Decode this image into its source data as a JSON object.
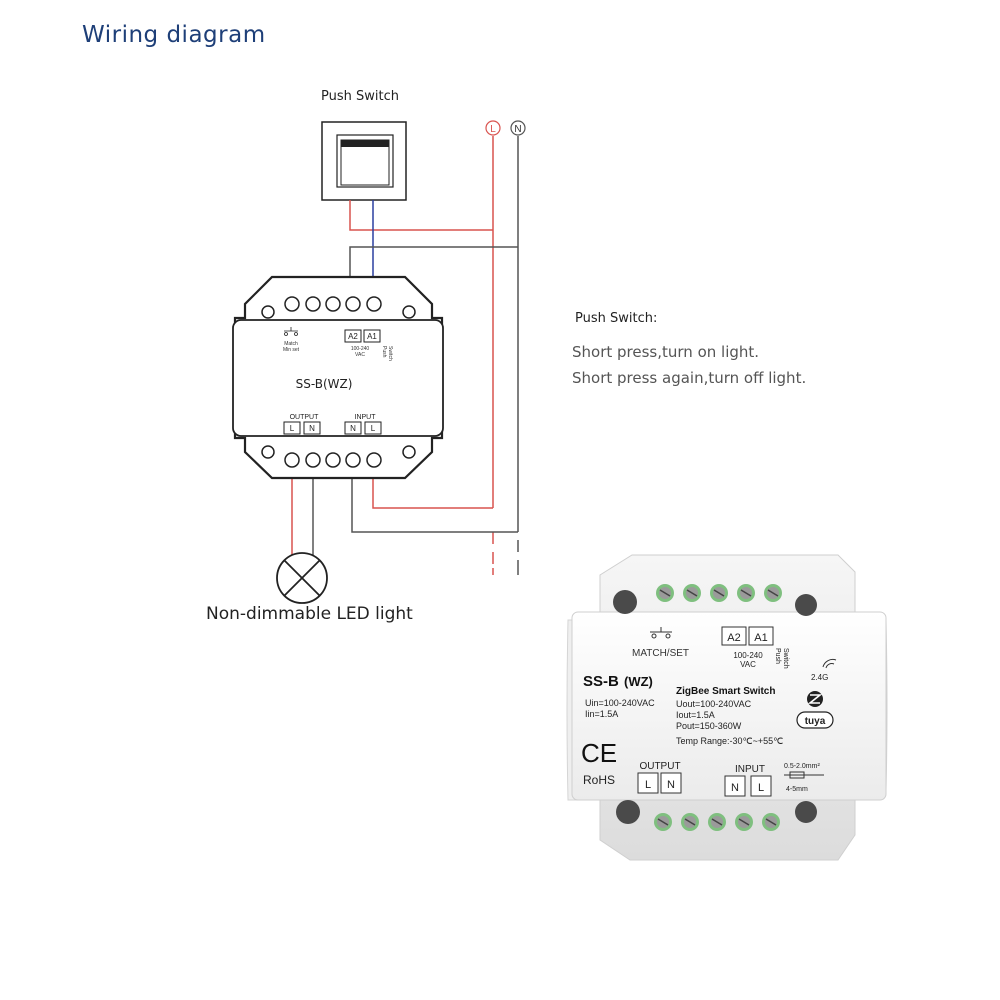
{
  "title": "Wiring diagram",
  "push_switch_label": "Push Switch",
  "mains": {
    "live": "L",
    "neutral": "N"
  },
  "module": {
    "model": "SS-B(WZ)",
    "match_label": "Match",
    "match_sub": "Min set",
    "a2": "A2",
    "a1": "A1",
    "voltage_line1": "100-240",
    "voltage_line2": "VAC",
    "push_text1": "Push",
    "push_text2": "Switch",
    "output_label": "OUTPUT",
    "input_label": "INPUT",
    "out_l": "L",
    "out_n": "N",
    "in_n": "N",
    "in_l": "L"
  },
  "led_label": "Non-dimmable LED light",
  "info": {
    "title": "Push Switch:",
    "line1": "Short press,turn on light.",
    "line2": "Short press again,turn off light."
  },
  "product": {
    "match_set": "MATCH/SET",
    "a2": "A2",
    "a1": "A1",
    "voltage1": "100-240",
    "voltage2": "VAC",
    "push1": "Push",
    "push2": "Switch",
    "freq": "2.4G",
    "model_main": "SS-B",
    "model_paren": "(WZ)",
    "zigbee_title": "ZigBee Smart Switch",
    "uin": "Uin=100-240VAC",
    "iin": "Iin=1.5A",
    "uout": "Uout=100-240VAC",
    "iout": "Iout=1.5A",
    "pout": "Pout=150-360W",
    "temp": "Temp Range:-30℃~+55℃",
    "tuya": "tuya",
    "ce": "CE",
    "rohs": "RoHS",
    "output": "OUTPUT",
    "input": "INPUT",
    "out_l": "L",
    "out_n": "N",
    "in_n": "N",
    "in_l": "L",
    "wire_size": "0.5-2.0mm²",
    "strip": "4-5mm"
  },
  "colors": {
    "live_wire": "#d9534f",
    "neutral_wire": "#555555",
    "switch_wire": "#2a3fa0",
    "title": "#1e3f78"
  }
}
